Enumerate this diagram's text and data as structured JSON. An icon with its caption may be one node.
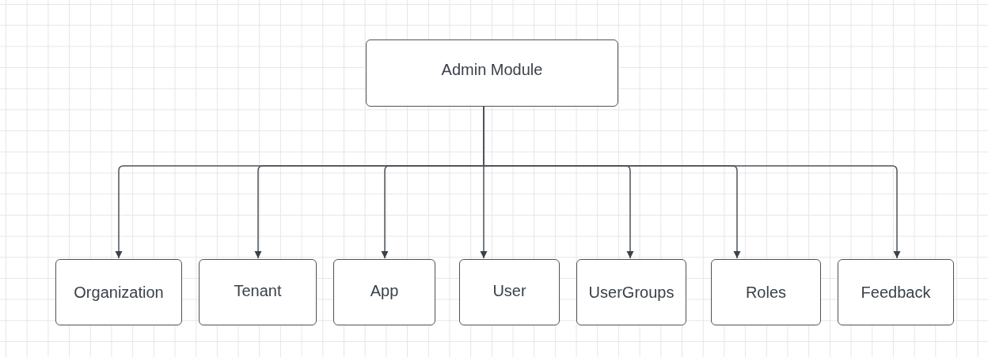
{
  "diagram": {
    "nodes": [
      {
        "text": [
          "Admin Module"
        ]
      },
      {
        "text": [
          "Organization"
        ]
      },
      {
        "text": [
          "Tenant"
        ]
      },
      {
        "text": [
          "App"
        ]
      },
      {
        "text": [
          "User"
        ]
      },
      {
        "text": [
          "UserGroups"
        ]
      },
      {
        "text": [
          "Roles"
        ]
      },
      {
        "text": [
          "Feedback"
        ]
      }
    ],
    "edges": [
      {
        "from": 0,
        "to": 1,
        "arrow": "to"
      },
      {
        "from": 0,
        "to": 2,
        "arrow": "to"
      },
      {
        "from": 0,
        "to": 3,
        "arrow": "to"
      },
      {
        "from": 0,
        "to": 4,
        "arrow": "to"
      },
      {
        "from": 0,
        "to": 5,
        "arrow": "to"
      },
      {
        "from": 0,
        "to": 6,
        "arrow": "to"
      },
      {
        "from": 0,
        "to": 7,
        "arrow": "to"
      }
    ]
  }
}
